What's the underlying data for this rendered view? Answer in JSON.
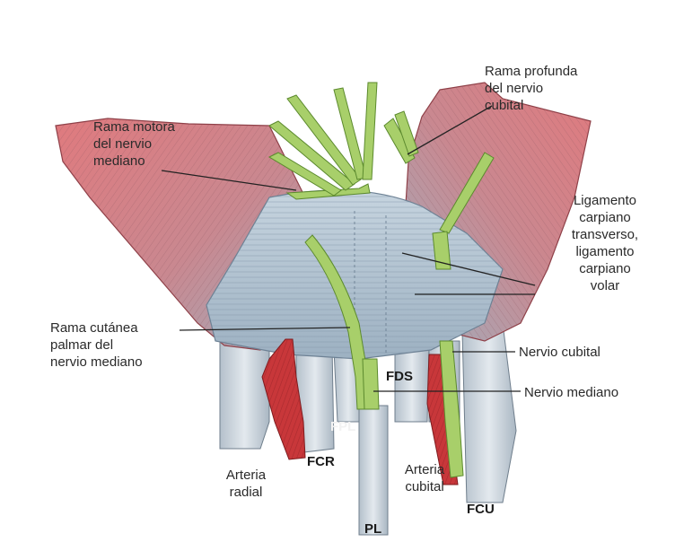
{
  "labels": {
    "rama_profunda": [
      "Rama profunda",
      "del nervio",
      "cubital"
    ],
    "rama_motora": [
      "Rama motora",
      "del nervio",
      "mediano"
    ],
    "ligamento": [
      "Ligamento",
      "carpiano",
      "transverso,",
      "ligamento",
      "carpiano",
      "volar"
    ],
    "rama_cutanea": [
      "Rama cutánea",
      "palmar del",
      "nervio mediano"
    ],
    "nervio_cubital": "Nervio cubital",
    "nervio_mediano": "Nervio mediano",
    "fds": "FDS",
    "fpl": "FPL",
    "fcr": "FCR",
    "pl": "PL",
    "fcu": "FCU",
    "arteria_radial": [
      "Arteria",
      "radial"
    ],
    "arteria_cubital": [
      "Arteria",
      "cubital"
    ]
  },
  "colors": {
    "muscle": "#d9666b",
    "muscle_dark": "#b8474e",
    "ligament": "#b9c9d6",
    "ligament_dark": "#8ea3b4",
    "nerve": "#a8cf6a",
    "nerve_dark": "#6f9a3a",
    "artery": "#c8373a",
    "tendon": "#c9d2da"
  }
}
